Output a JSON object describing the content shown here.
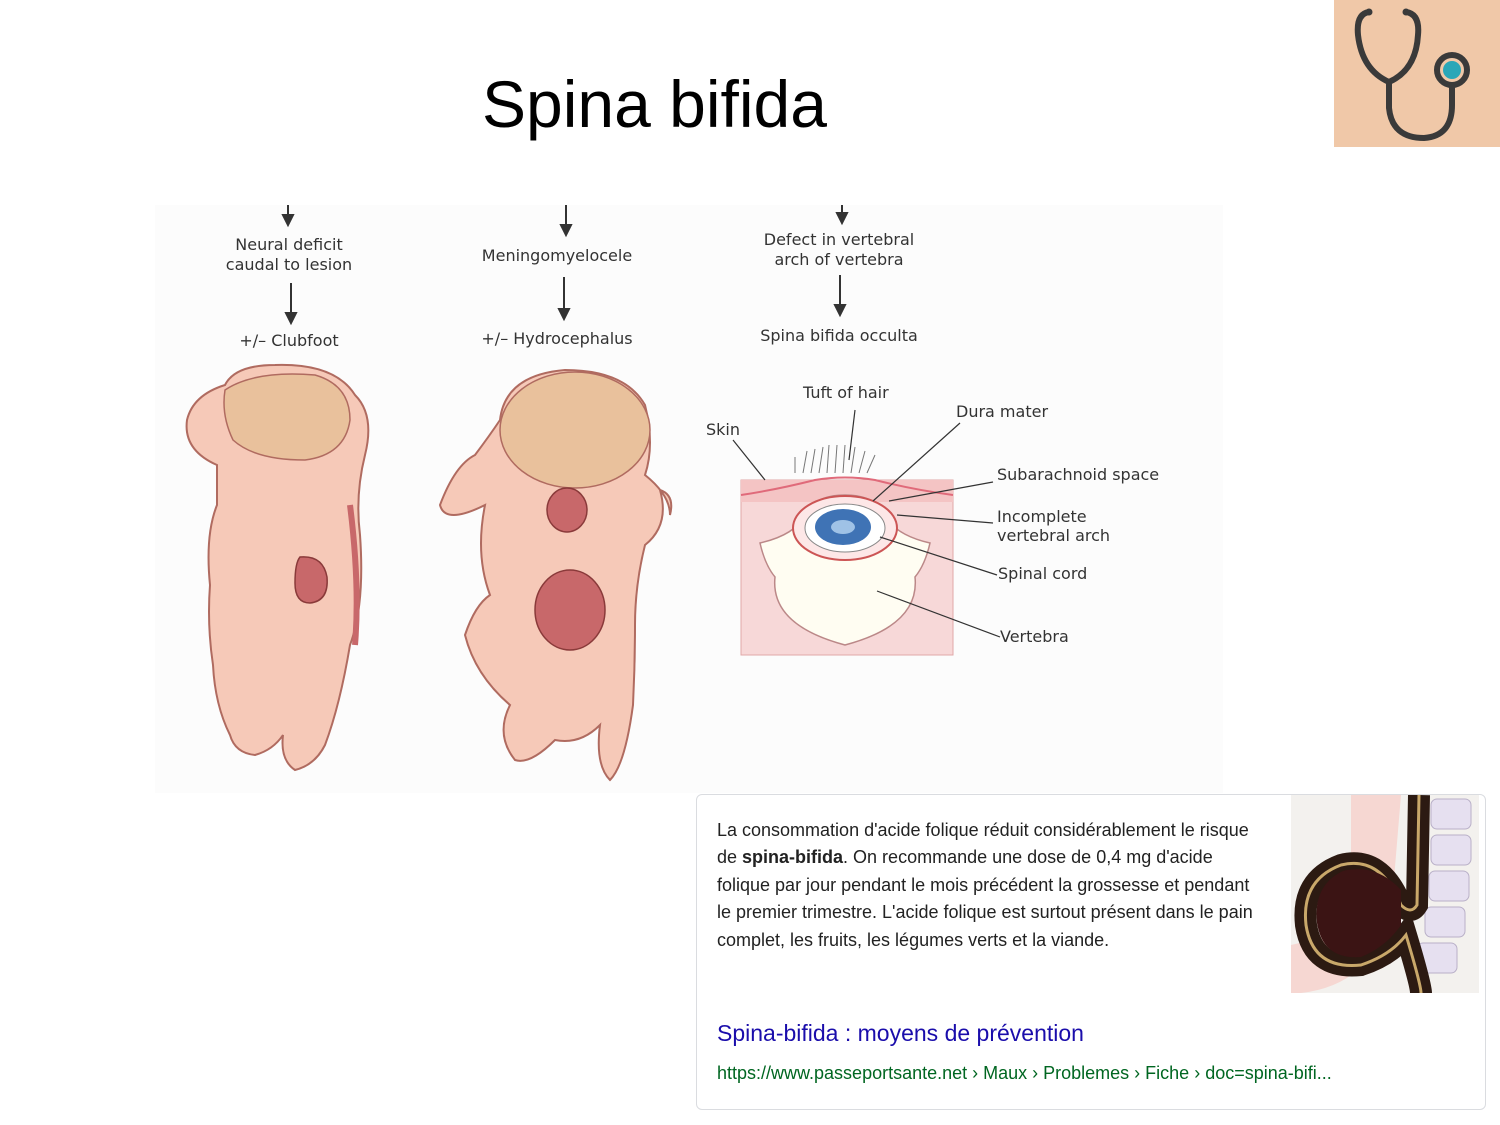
{
  "slide": {
    "title": "Spina bifida"
  },
  "figure": {
    "column1": {
      "top": "Neural deficit\ncaudal to lesion",
      "bottom": "+/– Clubfoot"
    },
    "column2": {
      "top": "Meningomyelocele",
      "bottom": "+/– Hydrocephalus"
    },
    "column3": {
      "top": "Defect in vertebral\narch of vertebra",
      "bottom": "Spina bifida occulta"
    },
    "labels": {
      "tuft": "Tuft of hair",
      "skin": "Skin",
      "dura": "Dura mater",
      "subarachnoid": "Subarachnoid space",
      "incomplete_l1": "Incomplete",
      "incomplete_l2": "vertebral arch",
      "cord": "Spinal cord",
      "vertebra": "Vertebra"
    }
  },
  "card": {
    "text_before": "La consommation d'acide folique réduit considérablement le risque de ",
    "text_bold": "spina-bifida",
    "text_after": ". On recommande une dose de 0,4 mg d'acide folique par jour pendant le mois précédent la grossesse et pendant le premier trimestre. L'acide folique est surtout présent dans le pain complet, les fruits, les légumes verts et la viande.",
    "link_title": "Spina-bifida : moyens de prévention",
    "url": "https://www.passeportsante.net › Maux › Problemes › Fiche › doc=spina-bifi..."
  },
  "colors": {
    "link": "#1a0dab",
    "url": "#006621",
    "skin": "#f6c9b8",
    "lesion": "#c8686a",
    "icon_bg": "#f0c8a8"
  },
  "icons": {
    "corner": "stethoscope-icon"
  }
}
